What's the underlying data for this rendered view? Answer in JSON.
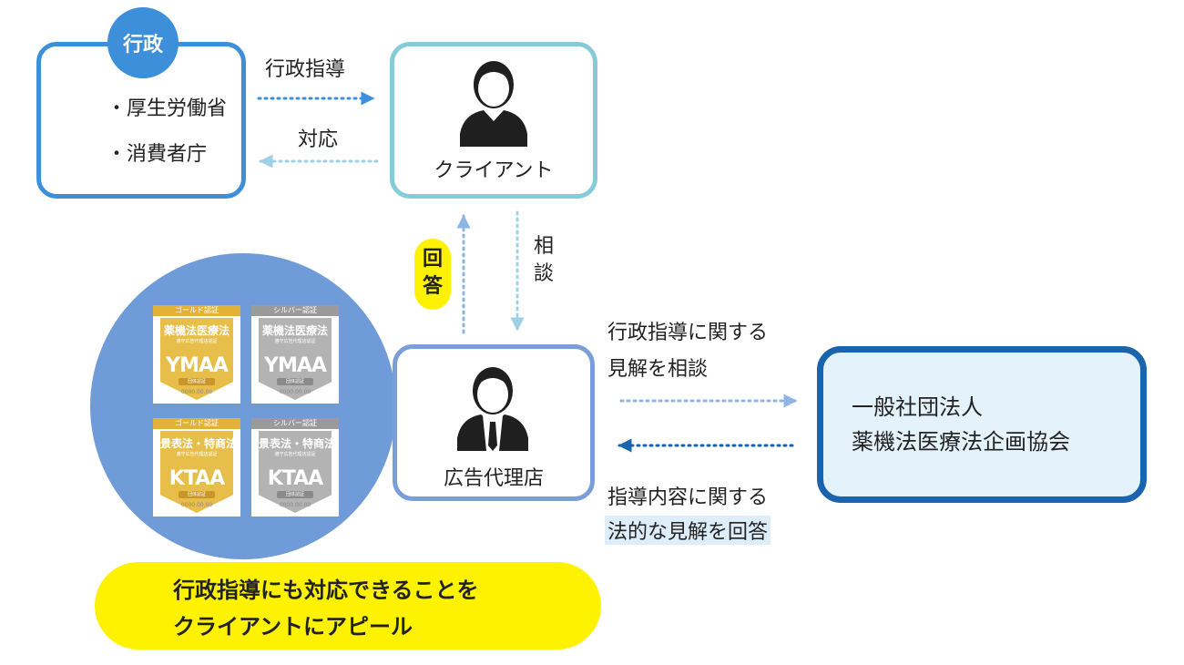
{
  "government": {
    "badge": "行政",
    "items": [
      "・厚生労働省",
      "・消費者庁"
    ]
  },
  "client": {
    "label": "クライアント"
  },
  "agency": {
    "label": "広告代理店"
  },
  "association": {
    "lines": [
      "一般社団法人",
      "薬機法医療法企画協会"
    ]
  },
  "edges": {
    "gov_to_client": "行政指導",
    "client_to_gov": "対応",
    "client_to_agency": [
      "相",
      "談"
    ],
    "agency_to_client": [
      "回",
      "答"
    ],
    "agency_to_assoc": [
      "行政指導に関する",
      "見解を相談"
    ],
    "assoc_to_agency": [
      "指導内容に関する",
      "法的な見解を回答"
    ]
  },
  "appeal": {
    "lines": [
      "行政指導にも対応できることを",
      "クライアントにアピール"
    ]
  },
  "badges": [
    {
      "header": "ゴールド認証",
      "title": "薬機法医療法",
      "subtitle": "遵守広告代理店認証",
      "code": "YMAA",
      "ribbon": "団体認証",
      "date": "0000.00.00",
      "variant": "gold"
    },
    {
      "header": "シルバー認証",
      "title": "薬機法医療法",
      "subtitle": "遵守広告代理店認証",
      "code": "YMAA",
      "ribbon": "団体認証",
      "date": "0000.00.00",
      "variant": "silver"
    },
    {
      "header": "ゴールド認証",
      "title": "景表法・特商法",
      "subtitle": "遵守広告代理店認証",
      "code": "KTAA",
      "ribbon": "団体認証",
      "date": "0000.00.00",
      "variant": "gold"
    },
    {
      "header": "シルバー認証",
      "title": "景表法・特商法",
      "subtitle": "遵守広告代理店認証",
      "code": "KTAA",
      "ribbon": "団体認証",
      "date": "0000.00.00",
      "variant": "silver"
    }
  ],
  "colors": {
    "gov_blue": "#3d8fd9",
    "client_teal": "#86cbd8",
    "agency_blue": "#7a9fd8",
    "assoc_navy": "#1a63ad",
    "assoc_fill": "#e4f2fc",
    "bubble": "#6f9bd9",
    "highlight_yellow": "#fff200",
    "gold": "#e2b235",
    "silver": "#9a9a9a"
  },
  "icons": {
    "person": "person-icon",
    "person_tie": "person-tie-icon"
  }
}
